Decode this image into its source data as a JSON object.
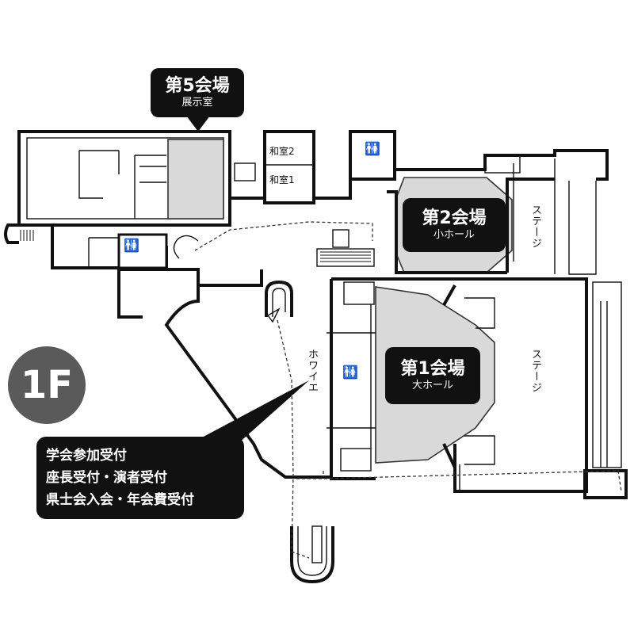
{
  "floor": "1F",
  "venues": {
    "hall5": {
      "title": "第5会場",
      "subtitle": "展示室"
    },
    "hall2": {
      "title": "第2会場",
      "subtitle": "小ホール"
    },
    "hall1": {
      "title": "第1会場",
      "subtitle": "大ホール"
    }
  },
  "rooms": {
    "washitsu2": "和室2",
    "washitsu1": "和室1",
    "foyer": "ホワイエ",
    "stage_small": "ステージ",
    "stage_large": "ステージ"
  },
  "restroom_icon": "restroom-icon",
  "reception": {
    "lines": [
      "学会参加受付",
      "座長受付・演者受付",
      "県士会入会・年会費受付"
    ]
  },
  "colors": {
    "label_bg": "#111111",
    "hall_fill": "#d9d9d9",
    "badge_bg": "#5a5a5a"
  }
}
